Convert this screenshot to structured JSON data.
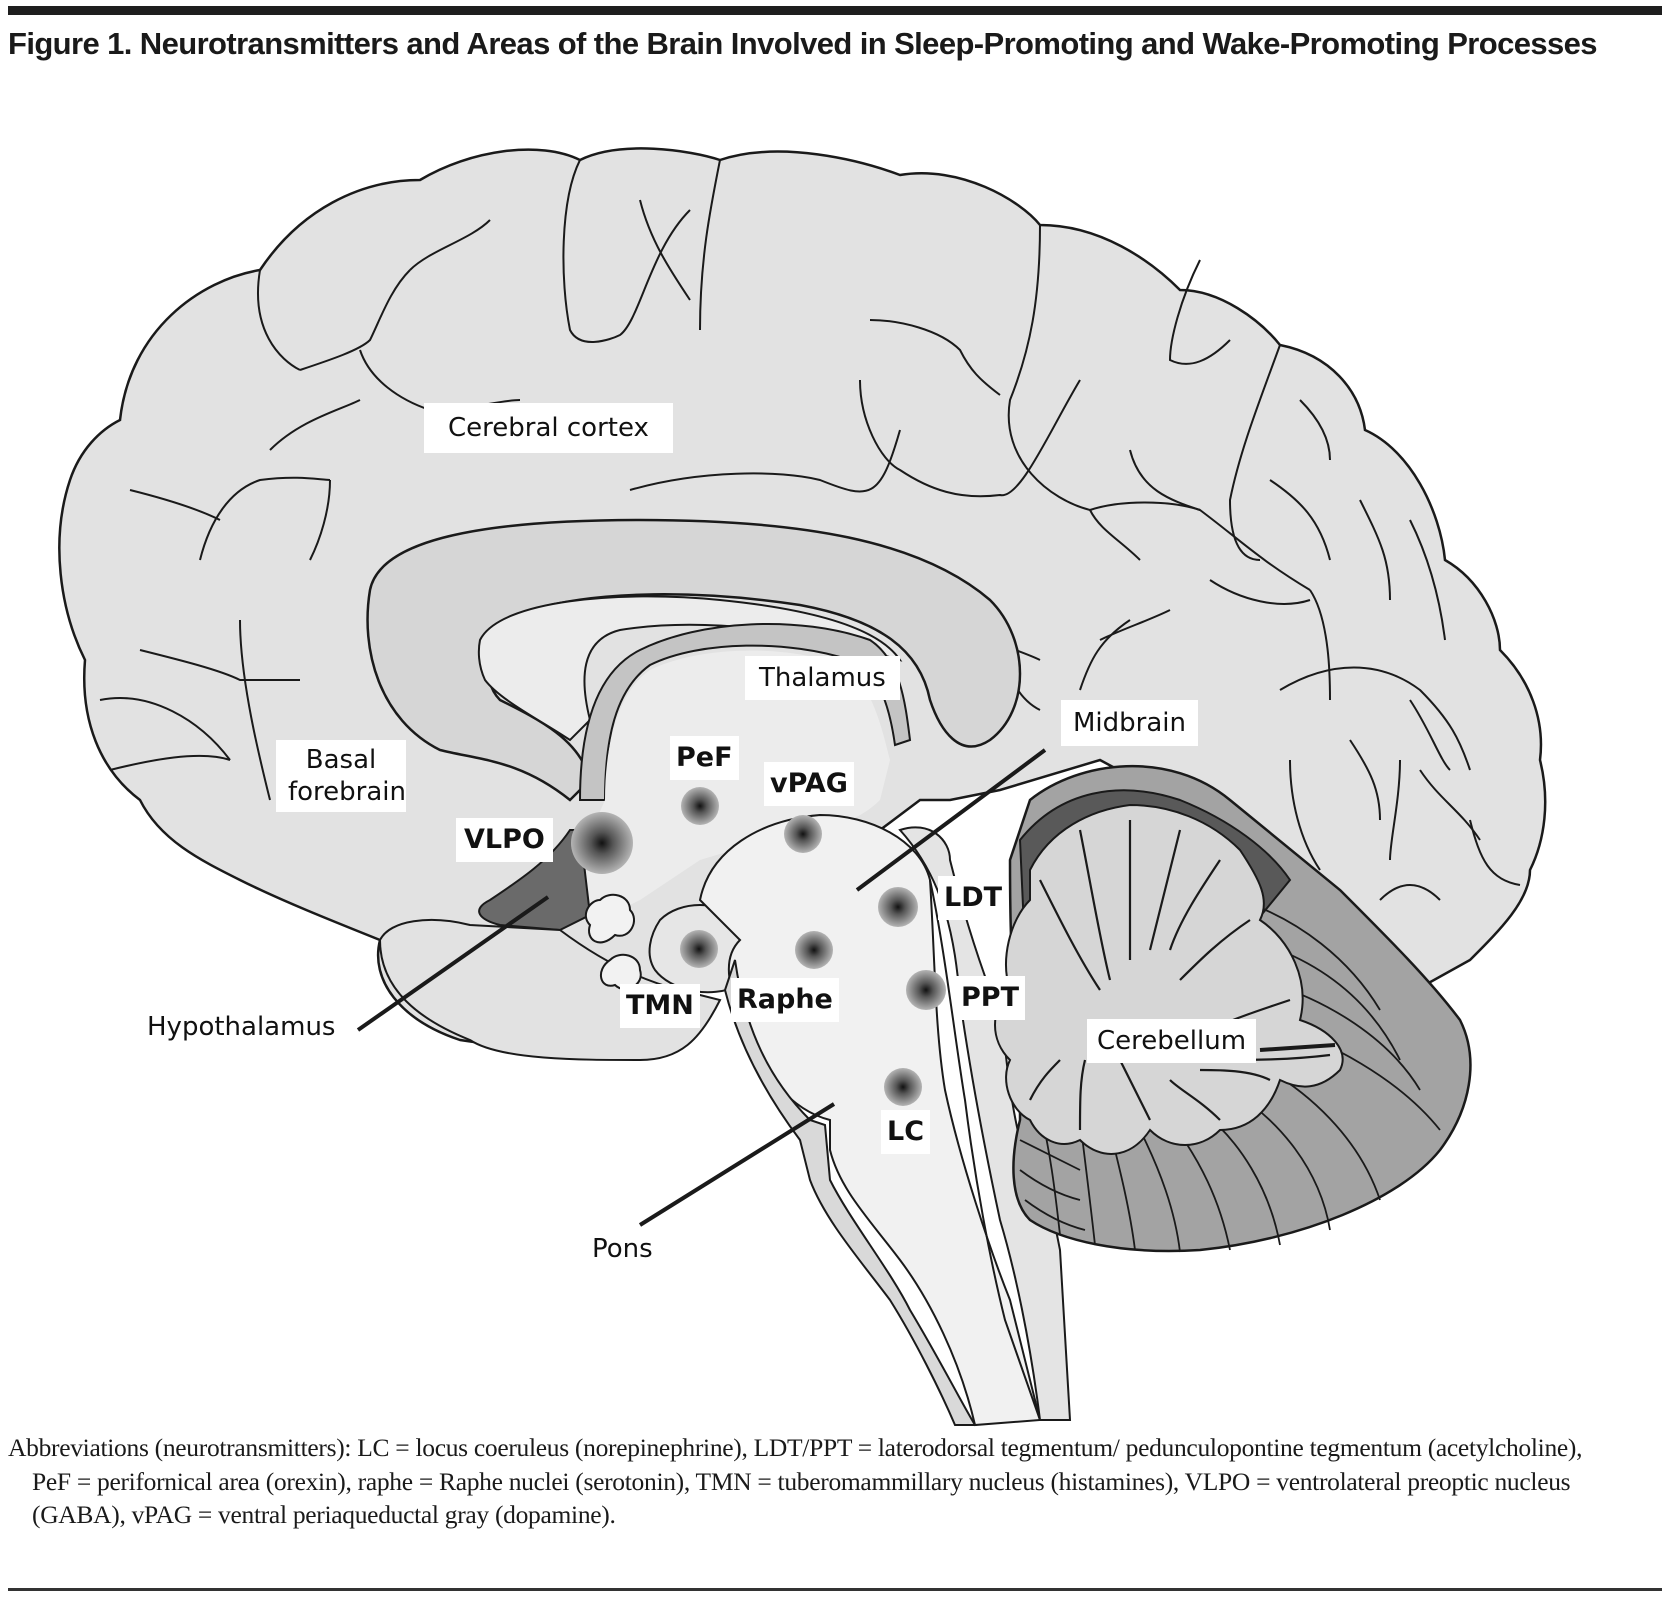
{
  "figure": {
    "title": "Figure 1. Neurotransmitters and Areas of the Brain Involved in Sleep-Promoting and Wake-Promoting Processes",
    "colors": {
      "cortex_fill": "#e2e2e2",
      "corpus_callosum_fill": "#d6d6d6",
      "fornix_fill": "#c4c4c4",
      "inner_fill": "#ececec",
      "brainstem_fill": "#f1f1f1",
      "hypothalamus_dark": "#6a6a6a",
      "cerebellum_dark": "#595959",
      "cerebellum_mid": "#a3a3a3",
      "nucleus_center": "#1a1a1a",
      "outline": "#1a1a1a"
    }
  },
  "regions": {
    "cerebral_cortex": "Cerebral cortex",
    "thalamus": "Thalamus",
    "midbrain": "Midbrain",
    "basal_forebrain_line1": "Basal",
    "basal_forebrain_line2": "forebrain",
    "hypothalamus": "Hypothalamus",
    "cerebellum": "Cerebellum",
    "pons": "Pons"
  },
  "nuclei": [
    {
      "id": "PeF",
      "label": "PeF",
      "neurotransmitter": "orexin"
    },
    {
      "id": "vPAG",
      "label": "vPAG",
      "neurotransmitter": "dopamine"
    },
    {
      "id": "VLPO",
      "label": "VLPO",
      "neurotransmitter": "GABA"
    },
    {
      "id": "LDT",
      "label": "LDT",
      "neurotransmitter": "acetylcholine"
    },
    {
      "id": "TMN",
      "label": "TMN",
      "neurotransmitter": "histamines"
    },
    {
      "id": "Raphe",
      "label": "Raphe",
      "neurotransmitter": "serotonin"
    },
    {
      "id": "PPT",
      "label": "PPT",
      "neurotransmitter": "acetylcholine"
    },
    {
      "id": "LC",
      "label": "LC",
      "neurotransmitter": "norepinephrine"
    }
  ],
  "abbreviations": "Abbreviations (neurotransmitters): LC = locus coeruleus (norepinephrine), LDT/PPT = laterodorsal tegmentum/ pedunculopontine tegmentum (acetylcholine), PeF = perifornical area (orexin), raphe = Raphe nuclei (serotonin), TMN = tuberomammillary nucleus (histamines), VLPO = ventrolateral preoptic nucleus (GABA), vPAG = ventral periaqueductal gray (dopamine)."
}
